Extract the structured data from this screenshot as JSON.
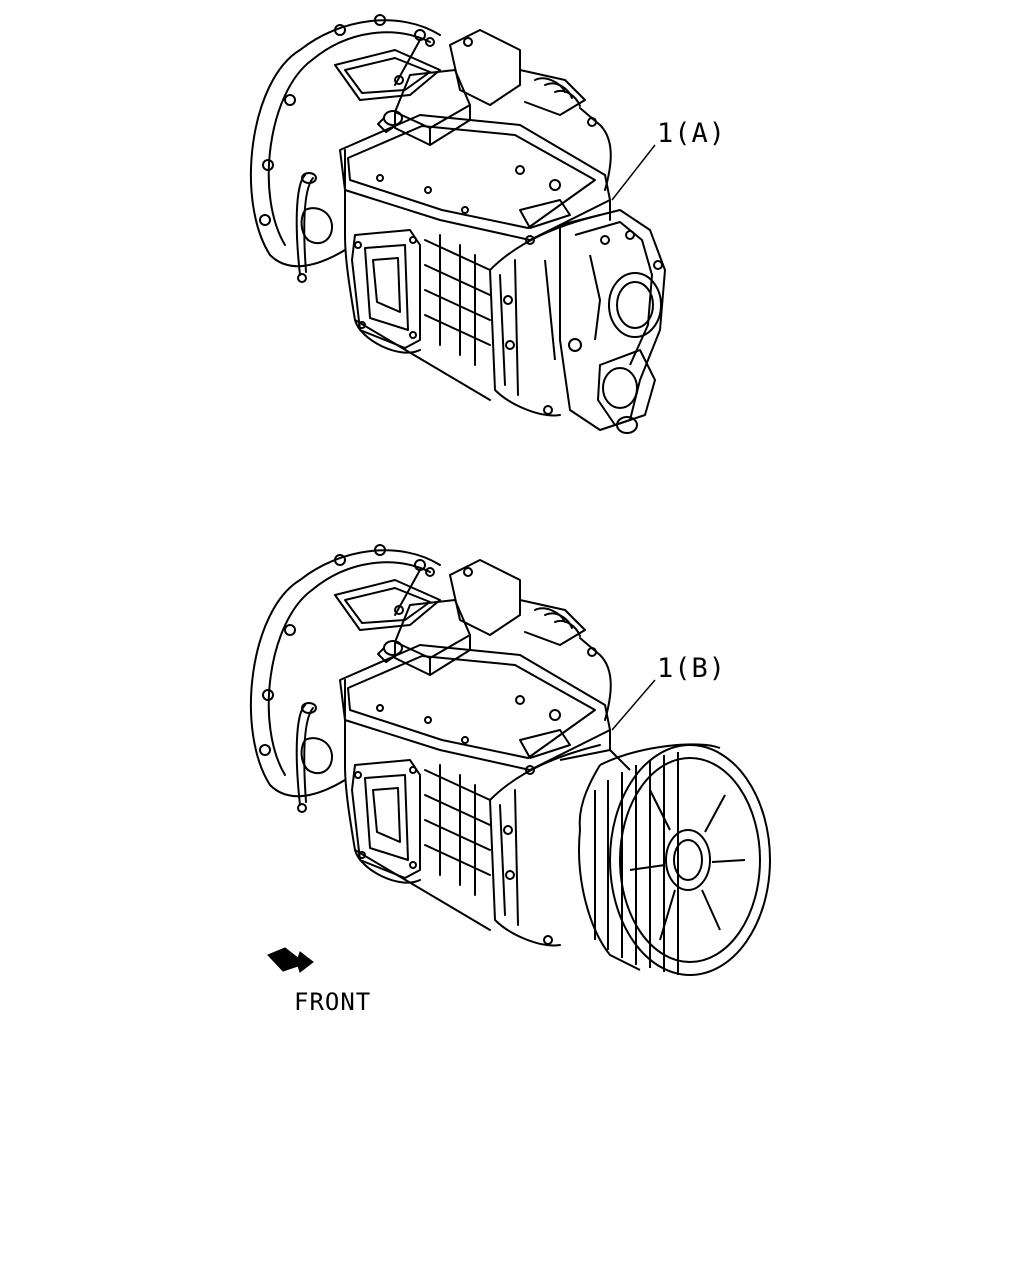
{
  "callouts": {
    "a": "1(A)",
    "b": "1(B)"
  },
  "front_indicator": {
    "label": "FRONT",
    "icon": "front-arrow-icon"
  },
  "colors": {
    "line": "#000000",
    "background": "#ffffff"
  }
}
